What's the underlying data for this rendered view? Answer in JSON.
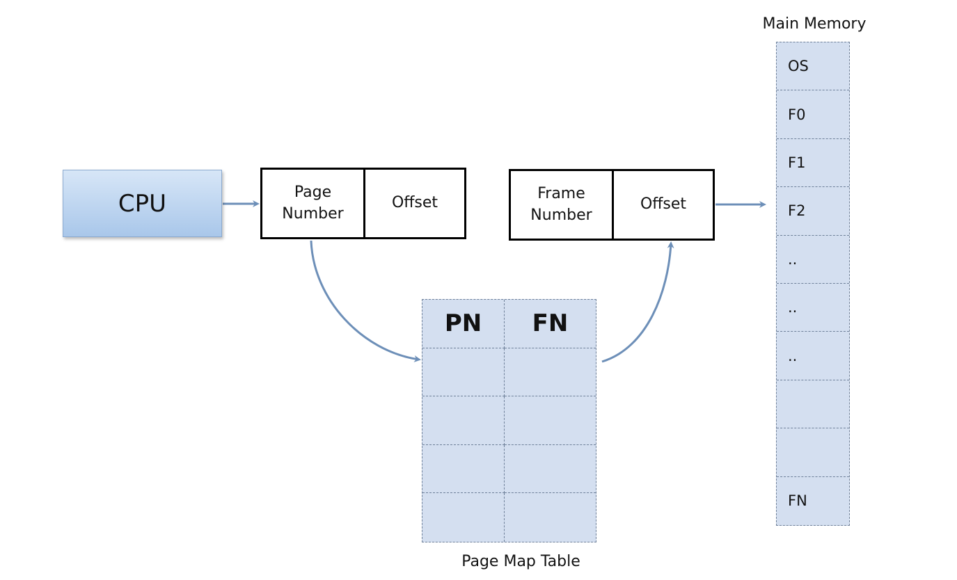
{
  "cpu": {
    "label": "CPU"
  },
  "logical_address": {
    "page_number": "Page\nNumber",
    "offset": "Offset"
  },
  "physical_address": {
    "frame_number": "Frame\nNumber",
    "offset": "Offset"
  },
  "page_map_table": {
    "title": "Page Map Table",
    "headers": [
      "PN",
      "FN"
    ],
    "rows": [
      [
        "",
        ""
      ],
      [
        "",
        ""
      ],
      [
        "",
        ""
      ],
      [
        "",
        ""
      ]
    ]
  },
  "main_memory": {
    "title": "Main Memory",
    "frames": [
      "OS",
      "F0",
      "F1",
      "F2",
      "..",
      "..",
      "..",
      "",
      "",
      "FN"
    ]
  },
  "colors": {
    "arrow": "#6d8fb8",
    "table_fill": "#d4dff0",
    "cpu_fill": "#b7d0ee"
  }
}
